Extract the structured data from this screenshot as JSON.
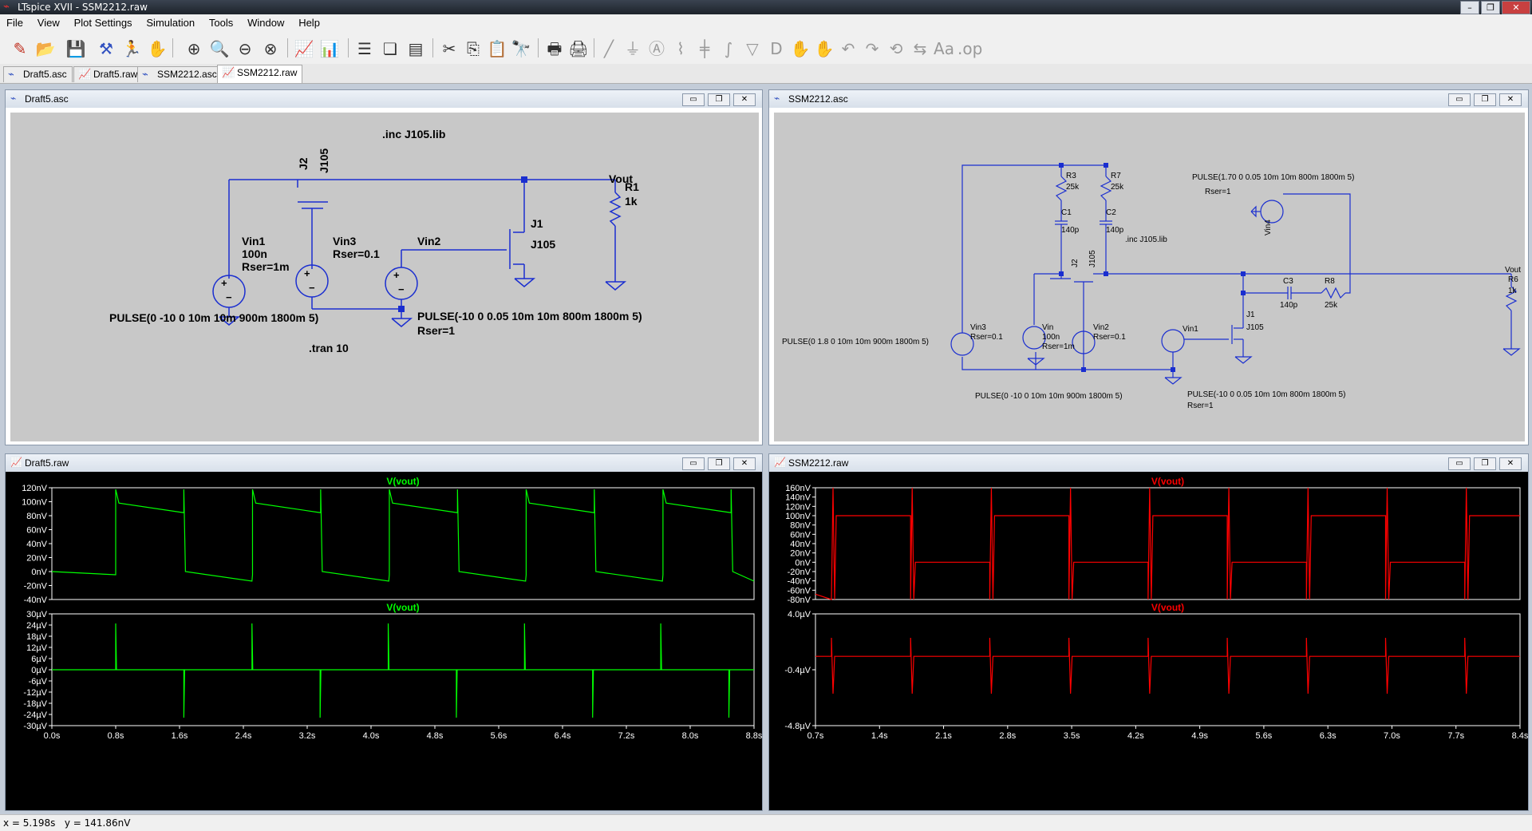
{
  "app": {
    "title": "LTspice XVII - SSM2212.raw"
  },
  "menu": [
    "File",
    "View",
    "Plot Settings",
    "Simulation",
    "Tools",
    "Window",
    "Help"
  ],
  "tabs": [
    "Draft5.asc",
    "Draft5.raw",
    "SSM2212.asc",
    "SSM2212.raw"
  ],
  "windows": {
    "draft5_asc": {
      "title": "Draft5.asc"
    },
    "ssm_asc": {
      "title": "SSM2212.asc"
    },
    "draft5_raw": {
      "title": "Draft5.raw"
    },
    "ssm_raw": {
      "title": "SSM2212.raw"
    }
  },
  "draft5_schematic": {
    "inc": ".inc J105.lib",
    "j2_name": "J2",
    "j2_model": "J105",
    "vout": "Vout",
    "r1_name": "R1",
    "r1_value": "1k",
    "j1_name": "J1",
    "j1_model": "J105",
    "vin1_name": "Vin1",
    "vin1_value": "100n",
    "vin1_rser": "Rser=1m",
    "vin3_name": "Vin3",
    "vin3_rser": "Rser=0.1",
    "vin2_name": "Vin2",
    "pulse1": "PULSE(0 -10 0 10m 10m 900m 1800m 5)",
    "pulse2": "PULSE(-10 0 0.05 10m 10m 800m 1800m 5)",
    "pulse2_rser": "Rser=1",
    "tran": ".tran 10"
  },
  "ssm_schematic": {
    "r3": "R3",
    "r3v": "25k",
    "r7": "R7",
    "r7v": "25k",
    "c1": "C1",
    "c1v": "140p",
    "c2": "C2",
    "c2v": "140p",
    "inc": ".inc J105.lib",
    "pulse4": "PULSE(1.70 0 0.05 10m 10m 800m 1800m 5)",
    "rser4": "Rser=1",
    "vin4": "Vin4",
    "j2": "J2",
    "j2m": "J105",
    "vout": "Vout",
    "r6": "R6",
    "r6v": "1k",
    "c3": "C3",
    "c3v": "140p",
    "r8": "R8",
    "r8v": "25k",
    "j1": "J1",
    "j1m": "J105",
    "vin3": "Vin3",
    "vin3r": "Rser=0.1",
    "vin": "Vin",
    "vinv": "100n",
    "vinr": "Rser=1m",
    "vin2": "Vin2",
    "vin2r": "Rser=0.1",
    "vin1": "Vin1",
    "pulse_left": "PULSE(0 1.8 0 10m 10m 900m 1800m 5)",
    "pulse_bottom": "PULSE(0 -10 0 10m 10m 900m 1800m 5)",
    "pulse_right": "PULSE(-10 0 0.05 10m 10m 800m 1800m 5)",
    "rser_right": "Rser=1"
  },
  "plots": {
    "draft5": {
      "trace_label": "V(vout)",
      "color": "#00ff00",
      "top_yticks": [
        "120nV",
        "100nV",
        "80nV",
        "60nV",
        "40nV",
        "20nV",
        "0nV",
        "-20nV",
        "-40nV"
      ],
      "bottom_yticks": [
        "30µV",
        "24µV",
        "18µV",
        "12µV",
        "6µV",
        "0µV",
        "-6µV",
        "-12µV",
        "-18µV",
        "-24µV",
        "-30µV"
      ],
      "xticks": [
        "0.0s",
        "0.8s",
        "1.6s",
        "2.4s",
        "3.2s",
        "4.0s",
        "4.8s",
        "5.6s",
        "6.4s",
        "7.2s",
        "8.0s",
        "8.8s"
      ]
    },
    "ssm": {
      "trace_label": "V(vout)",
      "color": "#ff0000",
      "top_yticks": [
        "160nV",
        "140nV",
        "120nV",
        "100nV",
        "80nV",
        "60nV",
        "40nV",
        "20nV",
        "0nV",
        "-20nV",
        "-40nV",
        "-60nV",
        "-80nV"
      ],
      "bottom_yticks": [
        "4.0µV",
        "-0.4µV",
        "-4.8µV"
      ],
      "xticks": [
        "0.7s",
        "1.4s",
        "2.1s",
        "2.8s",
        "3.5s",
        "4.2s",
        "4.9s",
        "5.6s",
        "6.3s",
        "7.0s",
        "7.7s",
        "8.4s"
      ]
    }
  },
  "status": {
    "x": "x = 5.198s",
    "y": "y = 141.86nV"
  }
}
